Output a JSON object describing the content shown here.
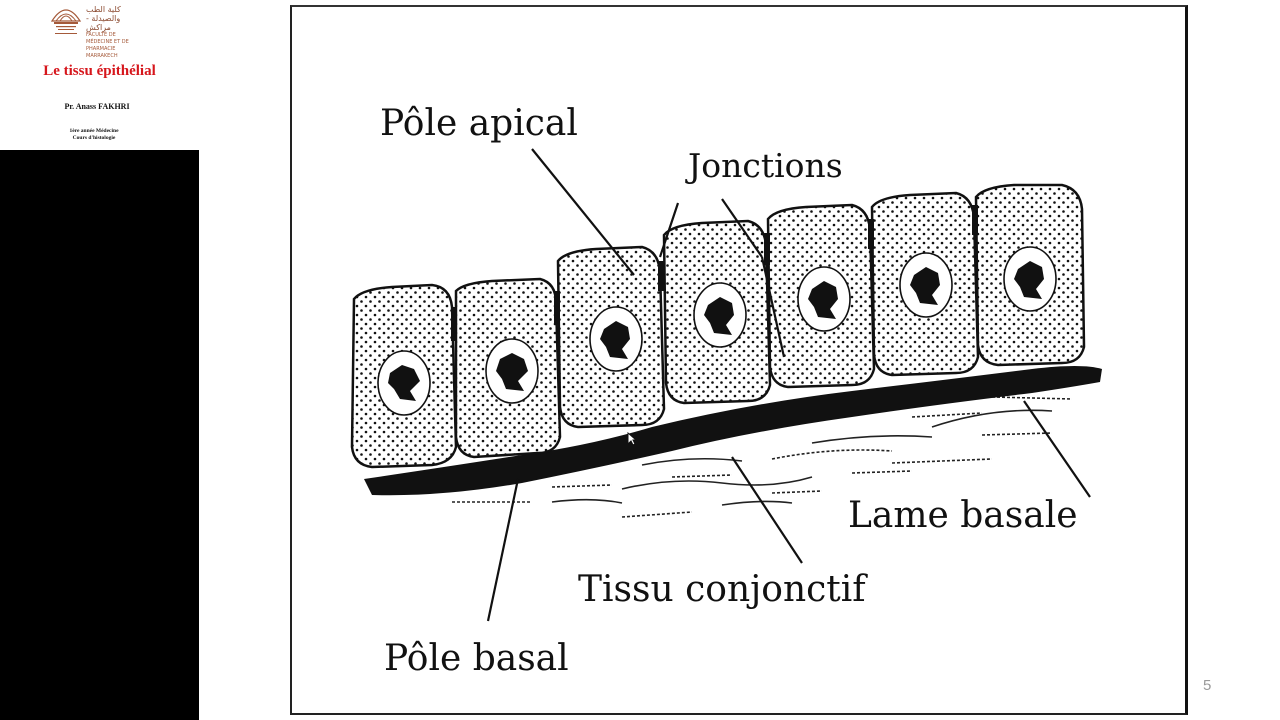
{
  "sidebar": {
    "faculty_name_ar": "كلية الطب والصيدلة - مراكش",
    "faculty_name_fr": "FACULTÉ DE MÉDECINE ET DE PHARMACIE MARRAKECH",
    "title": "Le tissu épithélial",
    "author": "Pr. Anass FAKHRI",
    "course_line1": "1ère année Médecine",
    "course_line2": "Cours d'histologie"
  },
  "slide": {
    "page_number": "5",
    "labels": {
      "pole_apical": "Pôle apical",
      "jonctions": "Jonctions",
      "lame_basale": "Lame basale",
      "tissu_conjonctif": "Tissu conjonctif",
      "pole_basal": "Pôle basal"
    }
  },
  "colors": {
    "title_red": "#d6161c",
    "sidebar_bg": "#000000",
    "logo_brown": "#a55a3a"
  }
}
